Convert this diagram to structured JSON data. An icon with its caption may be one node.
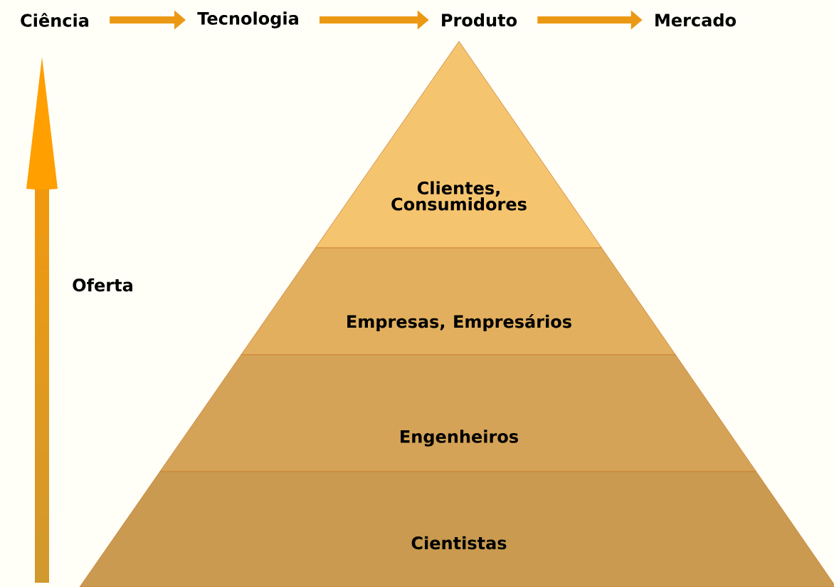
{
  "diagram": {
    "nodes": [
      {
        "text": [
          "Ciência"
        ]
      },
      {
        "text": [
          "Tecnologia"
        ]
      },
      {
        "text": [
          "Produto"
        ]
      },
      {
        "text": [
          "Mercado"
        ]
      },
      {
        "text": [
          "Clientes, Consumidores"
        ]
      },
      {
        "text": [
          "Empresas, Empresários"
        ]
      },
      {
        "text": [
          "Engenheiros"
        ]
      },
      {
        "text": [
          "Cientistas"
        ]
      }
    ],
    "edges": [
      {
        "from": 0,
        "to": 1,
        "arrow": "to"
      },
      {
        "from": 1,
        "to": 2,
        "arrow": "to"
      },
      {
        "from": 2,
        "to": 3,
        "arrow": "to"
      }
    ],
    "labels": [
      "Oferta"
    ]
  }
}
